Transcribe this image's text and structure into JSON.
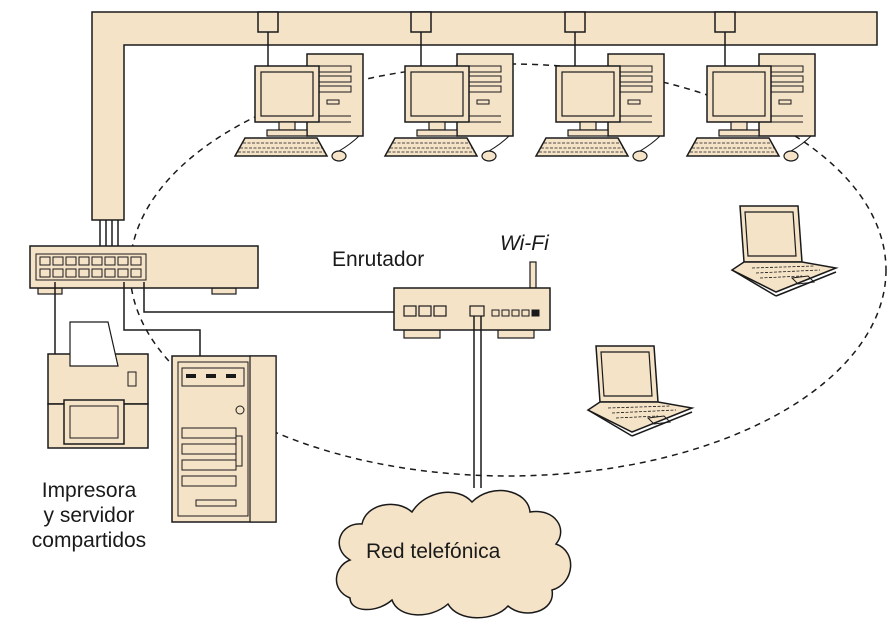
{
  "labels": {
    "router": "Enrutador",
    "wifi": "Wi-Fi",
    "shared_line1": "Impresora",
    "shared_line2": "y servidor",
    "shared_line3": "compartidos",
    "phone_network": "Red telefónica"
  },
  "colors": {
    "device_fill": "#f5e3c8",
    "outline": "#1a1a1a",
    "background": "#ffffff"
  },
  "diagram": {
    "desktop_computers": 4,
    "laptops": 2,
    "wireless_zone": "dashed-ellipse"
  }
}
